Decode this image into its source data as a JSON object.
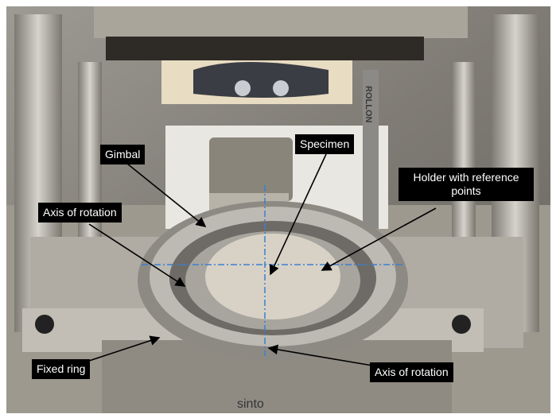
{
  "figure": {
    "labels": {
      "gimbal": "Gimbal",
      "specimen": "Specimen",
      "holder_line1": "Holder with reference",
      "holder_line2": "points",
      "axis_left": "Axis of rotation",
      "fixed_ring": "Fixed ring",
      "axis_bottom": "Axis of rotation"
    },
    "logo_text": "sinto",
    "rail_text": "ROLLON",
    "colors": {
      "label_bg": "#000000",
      "label_text": "#ffffff",
      "axis_line": "#3a7fd0"
    }
  }
}
